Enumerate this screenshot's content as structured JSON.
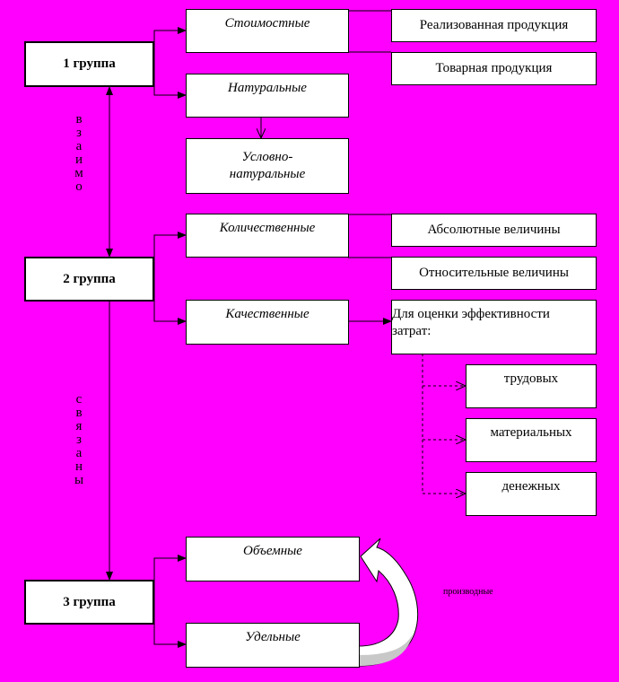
{
  "groups": {
    "g1": "1 группа",
    "g2": "2 группа",
    "g3": "3 группа"
  },
  "categories": {
    "cost": "Стоимостные",
    "natural": "Натуральные",
    "conditional_line1": "Условно-",
    "conditional_line2": "натуральные",
    "quantitative": "Количественные",
    "qualitative": "Качественные",
    "volume": "Объемные",
    "specific": "Удельные"
  },
  "subtypes": {
    "realized": "Реализованная продукция",
    "commodity": "Товарная продукция",
    "absolute": "Абсолютные величины",
    "relative": "Относительные величины",
    "efficiency_line1": "Для оценки эффективности",
    "efficiency_line2": "затрат:",
    "labor": "трудовых",
    "material": "материальных",
    "monetary": "денежных"
  },
  "vertical_words": {
    "interrelated_1": "взаимо",
    "interrelated_2": "связаны"
  },
  "derived_label": "производные"
}
